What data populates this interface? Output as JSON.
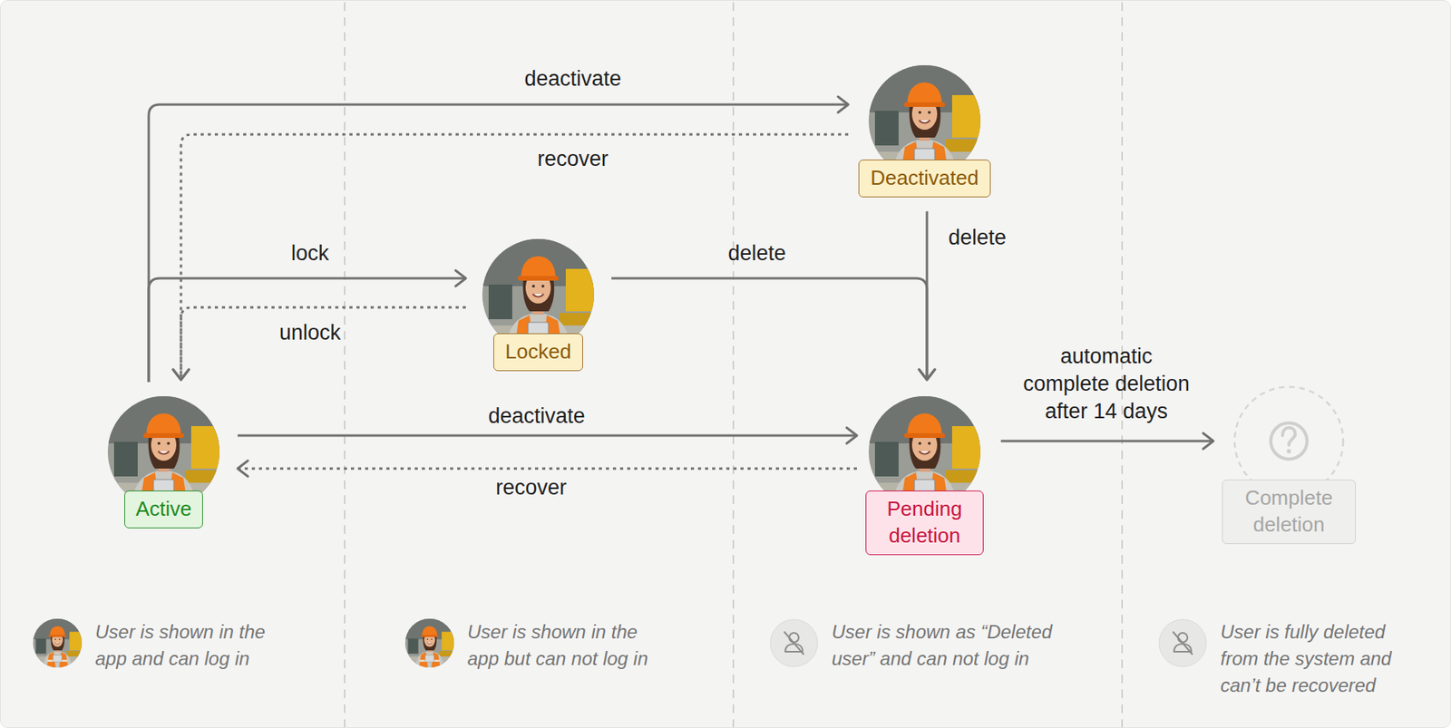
{
  "diagram": {
    "nodes": [
      {
        "text": [
          "Active"
        ]
      },
      {
        "text": [
          "Locked"
        ]
      },
      {
        "text": [
          "Deactivated"
        ]
      },
      {
        "text": [
          "Pending deletion"
        ]
      },
      {
        "text": [
          "Complete deletion"
        ]
      }
    ],
    "edges": [
      {
        "from": 0,
        "to": 2,
        "label": "deactivate",
        "arrow": "to"
      },
      {
        "from": 2,
        "to": 0,
        "label": "recover",
        "arrow": "to"
      },
      {
        "from": 0,
        "to": 1,
        "label": "lock",
        "arrow": "to"
      },
      {
        "from": 1,
        "to": 0,
        "label": "unlock",
        "arrow": "to"
      },
      {
        "from": 2,
        "to": 3,
        "label": "delete",
        "arrow": "to"
      },
      {
        "from": 1,
        "to": 3,
        "label": "delete",
        "arrow": "to"
      },
      {
        "from": 0,
        "to": 3,
        "label": "deactivate",
        "arrow": "to"
      },
      {
        "from": 3,
        "to": 0,
        "label": "recover",
        "arrow": "to"
      },
      {
        "from": 3,
        "to": 4,
        "label": "automatic complete deletion after 14 days",
        "arrow": "to"
      }
    ],
    "legend": [
      {
        "text": "User is shown in the app and can log in"
      },
      {
        "text": "User is shown in the app but can not log in"
      },
      {
        "text": "User is shown as “Deleted user” and can not log in"
      },
      {
        "text": "User is fully deleted from the system and can’t be recovered"
      }
    ]
  }
}
